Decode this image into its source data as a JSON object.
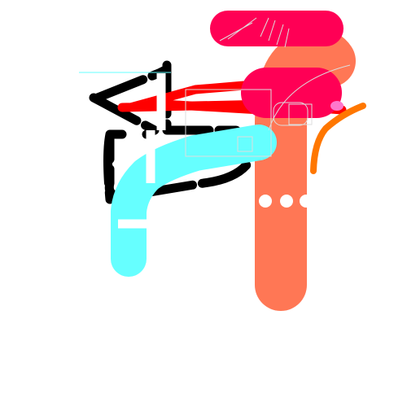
{
  "canvas": {
    "background": "#ffffff"
  },
  "palette": {
    "salmon": "#ff7755",
    "crimson": "#ff0055",
    "red": "#ff0000",
    "black": "#000000",
    "cyan": "#66ffff",
    "orange": "#ff7700",
    "pink": "#ff77cc",
    "white": "#ffffff",
    "thin_line": "#cccccc"
  },
  "strokes": [
    "salmon-column",
    "crimson-top-bar",
    "crimson-middle-bar",
    "red-arrow-lines",
    "black-scribble",
    "cyan-brush",
    "orange-hook",
    "pink-dot",
    "white-dots",
    "thin-light-outlines"
  ]
}
